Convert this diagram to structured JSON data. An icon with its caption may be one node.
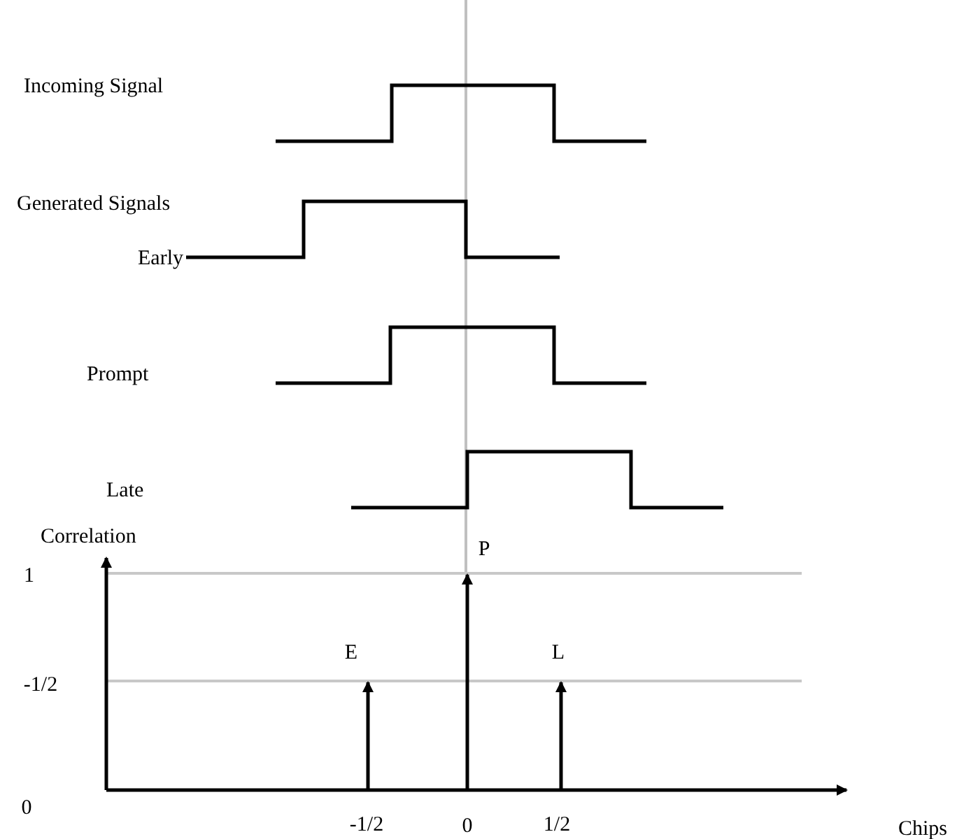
{
  "diagram": {
    "labels": [
      "Incoming Signal",
      "Generated Signals",
      "Early",
      "Prompt",
      "Late",
      "Correlation",
      "P",
      "1",
      "E",
      "L",
      "-1/2",
      "0",
      "-1/2",
      "0",
      "1/2",
      "Chips"
    ]
  }
}
